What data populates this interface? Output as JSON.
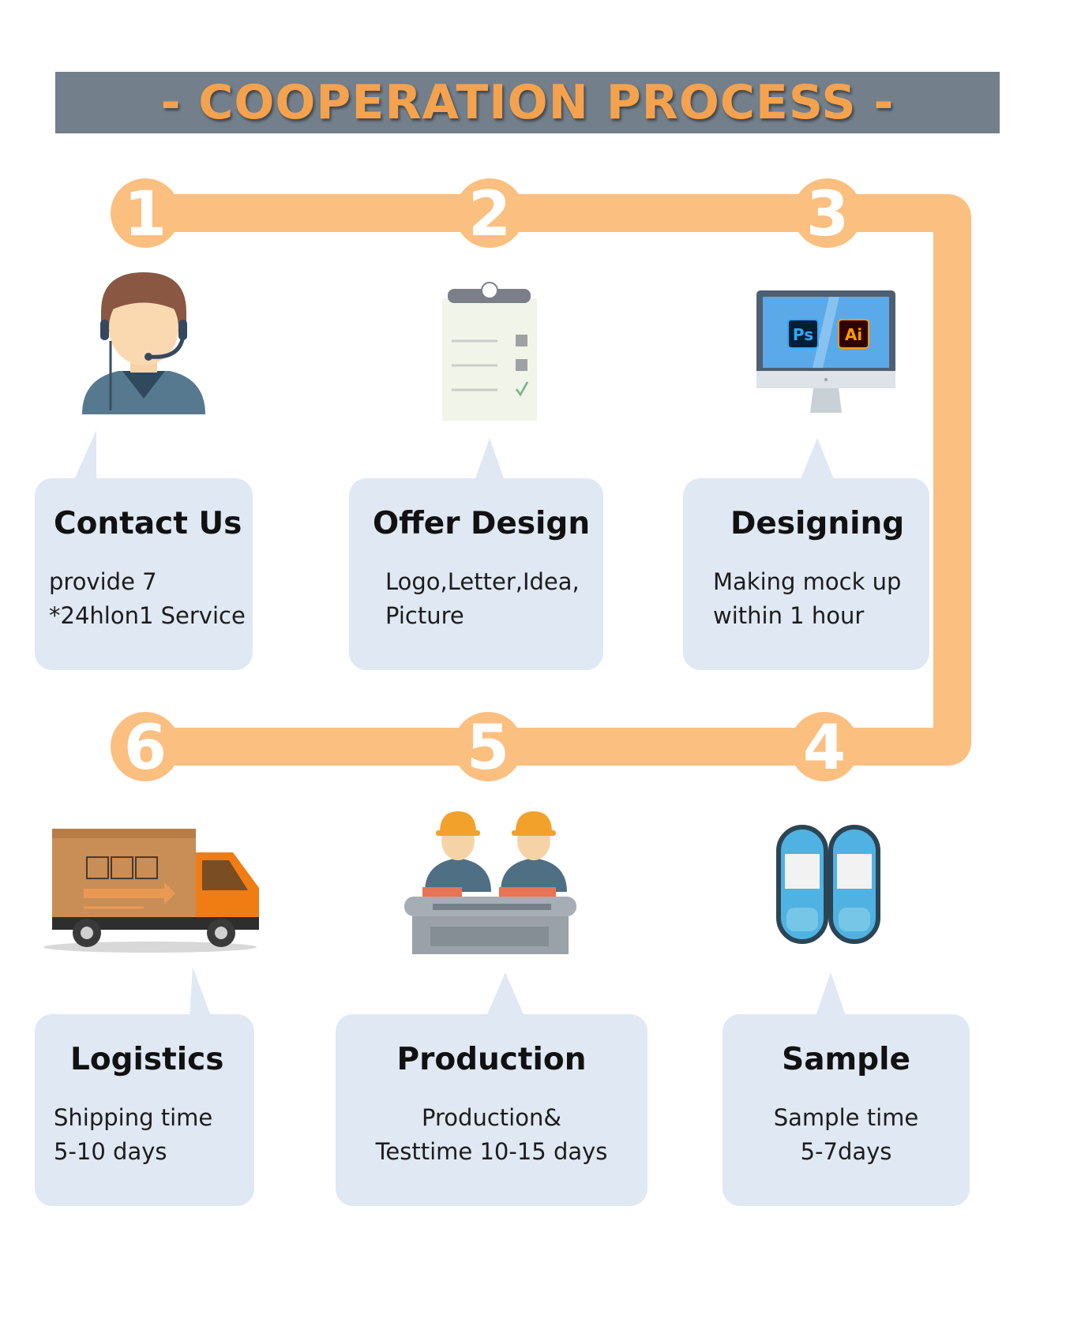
{
  "header": {
    "title": "- COOPERATION PROCESS -"
  },
  "colors": {
    "track": "#fbbf80",
    "card": "#dfe8f3",
    "banner": "#737f8a",
    "title_text": "#f5a24e"
  },
  "steps": [
    {
      "number": "1",
      "title": "Contact Us",
      "description": "provide 7\n*24hlon1 Service",
      "icon": "customer-service-agent-icon"
    },
    {
      "number": "2",
      "title": "Offer Design",
      "description": "Logo,Letter,Idea,\nPicture",
      "icon": "clipboard-checklist-icon"
    },
    {
      "number": "3",
      "title": "Designing",
      "description": "Making mock up\nwithin 1 hour",
      "icon": "monitor-design-apps-icon",
      "app_badges": [
        "Ps",
        "Ai"
      ]
    },
    {
      "number": "4",
      "title": "Sample",
      "description": "Sample time\n5-7days",
      "icon": "slippers-icon"
    },
    {
      "number": "5",
      "title": "Production",
      "description": "Production&\nTesttime 10-15 days",
      "icon": "factory-workers-icon"
    },
    {
      "number": "6",
      "title": "Logistics",
      "description": "Shipping time\n5-10 days",
      "icon": "delivery-truck-icon"
    }
  ]
}
